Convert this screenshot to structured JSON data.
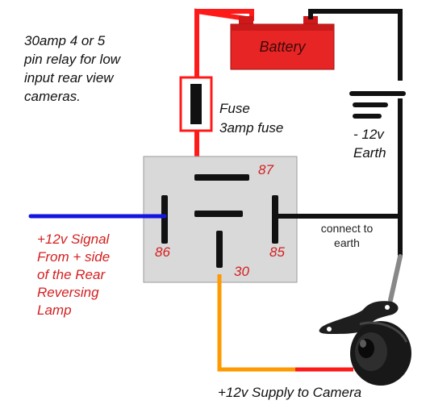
{
  "title_lines": [
    "30amp 4 or 5",
    "pin relay for low",
    "input rear view",
    "cameras."
  ],
  "battery_label": "Battery",
  "fuse_label": "Fuse",
  "fuse_rating": "3amp fuse",
  "earth_label_1": "- 12v",
  "earth_label_2": "Earth",
  "connect_label_1": "connect to",
  "connect_label_2": "earth",
  "signal_lines": [
    "+12v Signal",
    "From + side",
    "of the Rear",
    "Reversing",
    "Lamp"
  ],
  "pins": {
    "p87": "87",
    "p86": "86",
    "p85": "85",
    "p30": "30"
  },
  "supply_label": "+12v Supply to Camera",
  "colors": {
    "positive_wire": "#ff1a1a",
    "earth_wire": "#111111",
    "signal_wire": "#1414e0",
    "supply_wire": "#ff9900",
    "relay_body": "#d9d9d9",
    "label_red": "#d42020",
    "battery": "#e82525"
  }
}
